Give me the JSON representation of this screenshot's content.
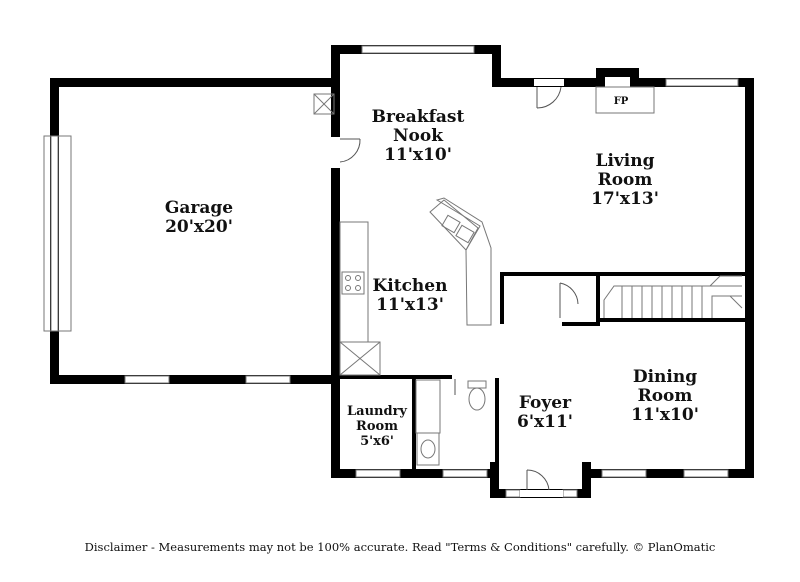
{
  "rooms": {
    "breakfast_nook": {
      "name_line1": "Breakfast",
      "name_line2": "Nook",
      "size": "11'x10'"
    },
    "living_room": {
      "name_line1": "Living",
      "name_line2": "Room",
      "size": "17'x13'"
    },
    "garage": {
      "name": "Garage",
      "size": "20'x20'"
    },
    "kitchen": {
      "name": "Kitchen",
      "size": "11'x13'"
    },
    "dining_room": {
      "name_line1": "Dining",
      "name_line2": "Room",
      "size": "11'x10'"
    },
    "foyer": {
      "name": "Foyer",
      "size": "6'x11'"
    },
    "laundry_room": {
      "name_line1": "Laundry",
      "name_line2": "Room",
      "size": "5'x6'"
    }
  },
  "fixtures": {
    "fireplace": "FP"
  },
  "colors": {
    "wall": "#000000",
    "fixture_line": "#777777"
  },
  "disclaimer": "Disclaimer - Measurements may not be 100% accurate. Read \"Terms & Conditions\" carefully. © PlanOmatic"
}
